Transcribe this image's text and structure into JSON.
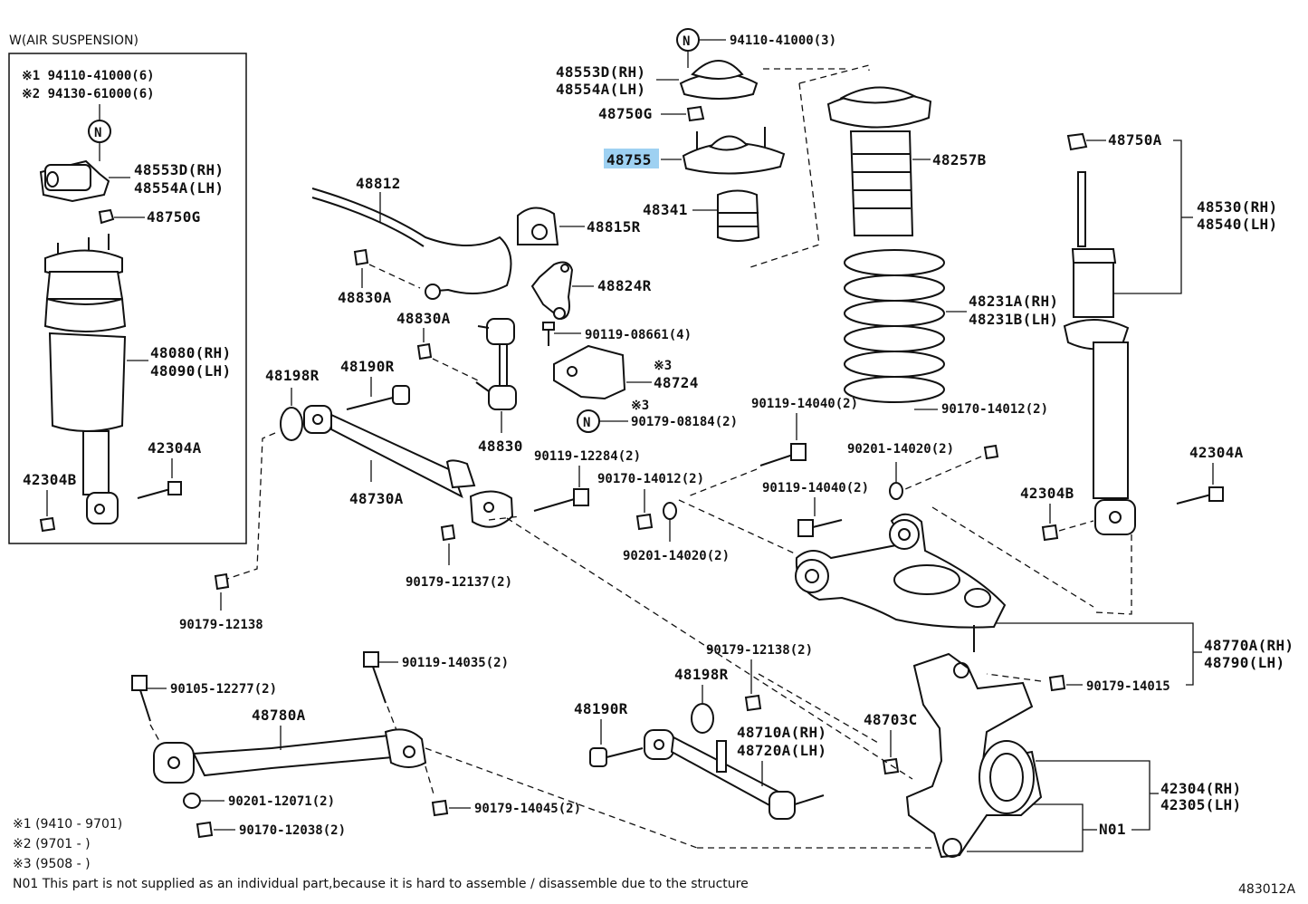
{
  "header": {
    "air_suspension": "W(AIR SUSPENSION)",
    "fig_code": "483012A"
  },
  "inset_labels": {
    "note1": "※1 94110-41000(6)",
    "note2": "※2 94130-61000(6)",
    "n_mark": "N",
    "upper_rh": "48553D(RH)",
    "upper_lh": "48554A(LH)",
    "nut": "48750G",
    "strut_rh": "48080(RH)",
    "strut_lh": "48090(LH)",
    "bolt_a": "42304A",
    "bolt_b": "42304B"
  },
  "labels": {
    "n_top": "N",
    "nut_top": "94110-41000(3)",
    "mount_rh": "48553D(RH)",
    "mount_lh": "48554A(LH)",
    "nut_g": "48750G",
    "support": "48755",
    "bumper": "48341",
    "boot": "48257B",
    "nut_a": "48750A",
    "shock_rh": "48530(RH)",
    "shock_lh": "48540(LH)",
    "stab_bar": "48812",
    "stab_bush": "48815R",
    "bracket": "48824R",
    "bolt_8661": "90119-08661(4)",
    "cover_mark": "※3",
    "cover": "48724",
    "cover_mark2": "※3",
    "n_mid": "N",
    "nut_8184": "90179-08184(2)",
    "nut_830a_1": "48830A",
    "nut_830a_2": "48830A",
    "link": "48830",
    "bush_198r": "48198R",
    "bolt_190r": "48190R",
    "arm_730a": "48730A",
    "bolt_12284": "90119-12284(2)",
    "nut_12137": "90179-12137(2)",
    "nut_12138_l": "90179-12138",
    "spring_rh": "48231A(RH)",
    "spring_lh": "48231B(LH)",
    "bolt_14040_a": "90119-14040(2)",
    "washer_14012_a": "90170-14012(2)",
    "washer_14012_b": "90170-14012(2)",
    "washer_14020_a": "90201-14020(2)",
    "washer_14020_b": "90201-14020(2)",
    "bolt_14040_b": "90119-14040(2)",
    "bolt_304a": "42304A",
    "bolt_304b": "42304B",
    "upper_arm_rh": "48770A(RH)",
    "upper_arm_lh": "48790(LH)",
    "nut_14015": "90179-14015",
    "nut_12138_r": "90179-12138(2)",
    "bush_198r_b": "48198R",
    "bolt_190r_b": "48190R",
    "arm_710a_rh": "48710A(RH)",
    "arm_720a_lh": "48720A(LH)",
    "nut_703c": "48703C",
    "knuckle_rh": "42304(RH)",
    "knuckle_lh": "42305(LH)",
    "n01": "N01",
    "bolt_14035": "90119-14035(2)",
    "bolt_12277": "90105-12277(2)",
    "arm_780a": "48780A",
    "washer_12071": "90201-12071(2)",
    "washer_12038": "90170-12038(2)",
    "nut_14045": "90179-14045(2)"
  },
  "footnotes": {
    "f1": "※1 (9410 - 9701)",
    "f2": "※2 (9701 -      )",
    "f3": "※3 (9508 -      )",
    "n01_note": "N01 This part is not supplied as an individual part,because it is hard to assemble / disassemble due to the structure"
  },
  "colors": {
    "highlight": "#9ed1f2",
    "ink": "#111111"
  }
}
